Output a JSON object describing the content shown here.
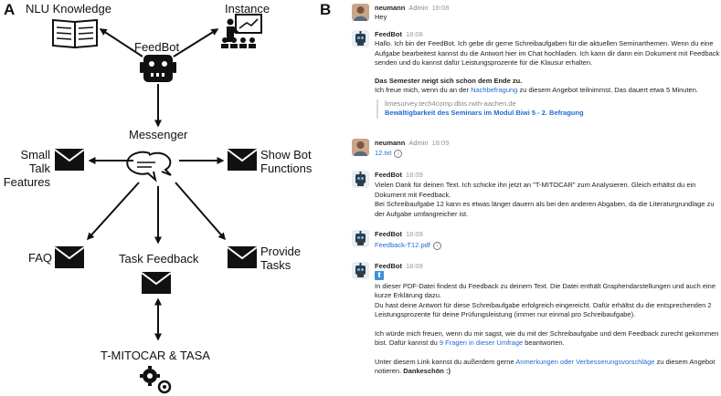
{
  "panel_a": {
    "letter": "A",
    "nodes": {
      "nlu": "NLU Knowledge",
      "instance": "Instance",
      "feedbot": "FeedBot",
      "messenger": "Messenger",
      "small_talk": "Small Talk\nFeatures",
      "show_bot": "Show Bot\nFunctions",
      "faq": "FAQ",
      "task_feedback": "Task Feedback",
      "provide_tasks": "Provide\nTasks",
      "tmitocar": "T-MITOCAR & TASA"
    }
  },
  "panel_b": {
    "letter": "B",
    "messages": [
      {
        "sender": "neumann",
        "role": "Admin",
        "time": "18:08",
        "text": "Hey"
      },
      {
        "sender": "FeedBot",
        "time": "18:08",
        "p1": "Hallo. Ich bin der FeedBot. Ich gebe dir gerne Schreibaufgaben für die aktuellen Seminarthemen. Wenn du eine Aufgabe bearbeitest kannst du die Antwort hier im Chat hochladen. Ich kann dir dann ein Dokument mit Feedback senden und du kannst dafür Leistungsprozente für die Klausur erhalten.",
        "p2_bold": "Das Semester neigt sich schon dem Ende zu.",
        "p2_pre": "Ich freue mich, wenn du an der ",
        "p2_link": "Nachbefragung",
        "p2_post": " zu diesem Angebot teilnimmst. Das dauert etwa 5 Minuten.",
        "preview_host": "limesurvey.tech4comp.dbis.rwth-aachen.de",
        "preview_title": "Bewältigbarkeit des Seminars im Modul Biwi 5 - 2. Befragung"
      },
      {
        "sender": "neumann",
        "role": "Admin",
        "time": "18:09",
        "file": "12.txt"
      },
      {
        "sender": "FeedBot",
        "time": "18:09",
        "text": "Vielen Dank für deinen Text. Ich schicke ihn jetzt an \"T-MITOCAR\" zum Analysieren. Gleich erhältst du ein Dokument mit Feedback.\nBei Schreibaufgabe 12 kann es etwas länger dauern als bei den anderen Abgaben, da die Literaturgrundlage zu der Aufgabe umfangreicher ist."
      },
      {
        "sender": "FeedBot",
        "time": "18:09",
        "file": "Feedback-T12.pdf"
      },
      {
        "sender": "FeedBot",
        "time": "18:09",
        "p1": "In dieser PDF-Datei findest du Feedback zu deinem Text. Die Datei enthält Graphendarstellungen und auch eine kurze Erklärung dazu.\nDu hast deine Antwort für diese Schreibaufgabe erfolgreich eingereicht. Dafür erhältst du die entsprechenden 2 Leistungsprozente für deine Prüfungsleistung (immer nur einmal pro Schreibaufgabe).",
        "p2_pre": "Ich würde mich freuen, wenn du mir sagst, wie du mit der Schreibaufgabe und dem Feedback zurecht gekommen bist. Dafür kannst du ",
        "p2_link": "9 Fragen in dieser Umfrage",
        "p2_post": " beantworten.",
        "p3_pre": "Unter diesem Link kannst du außerdem gerne ",
        "p3_link": "Anmerkungen oder Verbesserungsvorschläge",
        "p3_post": " zu diesem Angebot notieren. ",
        "p3_bold": "Dankeschön :)"
      }
    ]
  }
}
